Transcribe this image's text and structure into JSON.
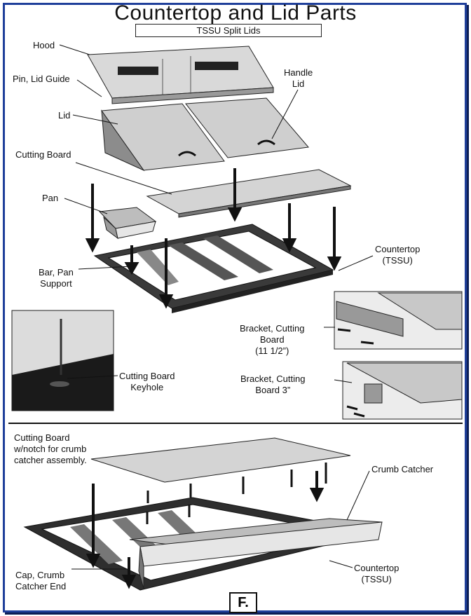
{
  "title": "Countertop and Lid Parts",
  "subtitle": "TSSU Split Lids",
  "labels": {
    "hood": "Hood",
    "pin_lid_guide": "Pin, Lid Guide",
    "handle_lid": "Handle\nLid",
    "lid": "Lid",
    "cutting_board": "Cutting Board",
    "pan": "Pan",
    "countertop_top": "Countertop\n(TSSU)",
    "bar_pan_support": "Bar, Pan\nSupport",
    "bracket_11": "Bracket, Cutting\nBoard\n(11 1/2”)",
    "cutting_board_keyhole": "Cutting Board\nKeyhole",
    "bracket_3": "Bracket, Cutting\nBoard 3”",
    "cutting_board_notch": "Cutting Board\nw/notch for crumb\ncatcher assembly.",
    "crumb_catcher": "Crumb Catcher",
    "cap_crumb": "Cap, Crumb\nCatcher End",
    "countertop_bottom": "Countertop\n(TSSU)"
  },
  "figure_label": "F."
}
